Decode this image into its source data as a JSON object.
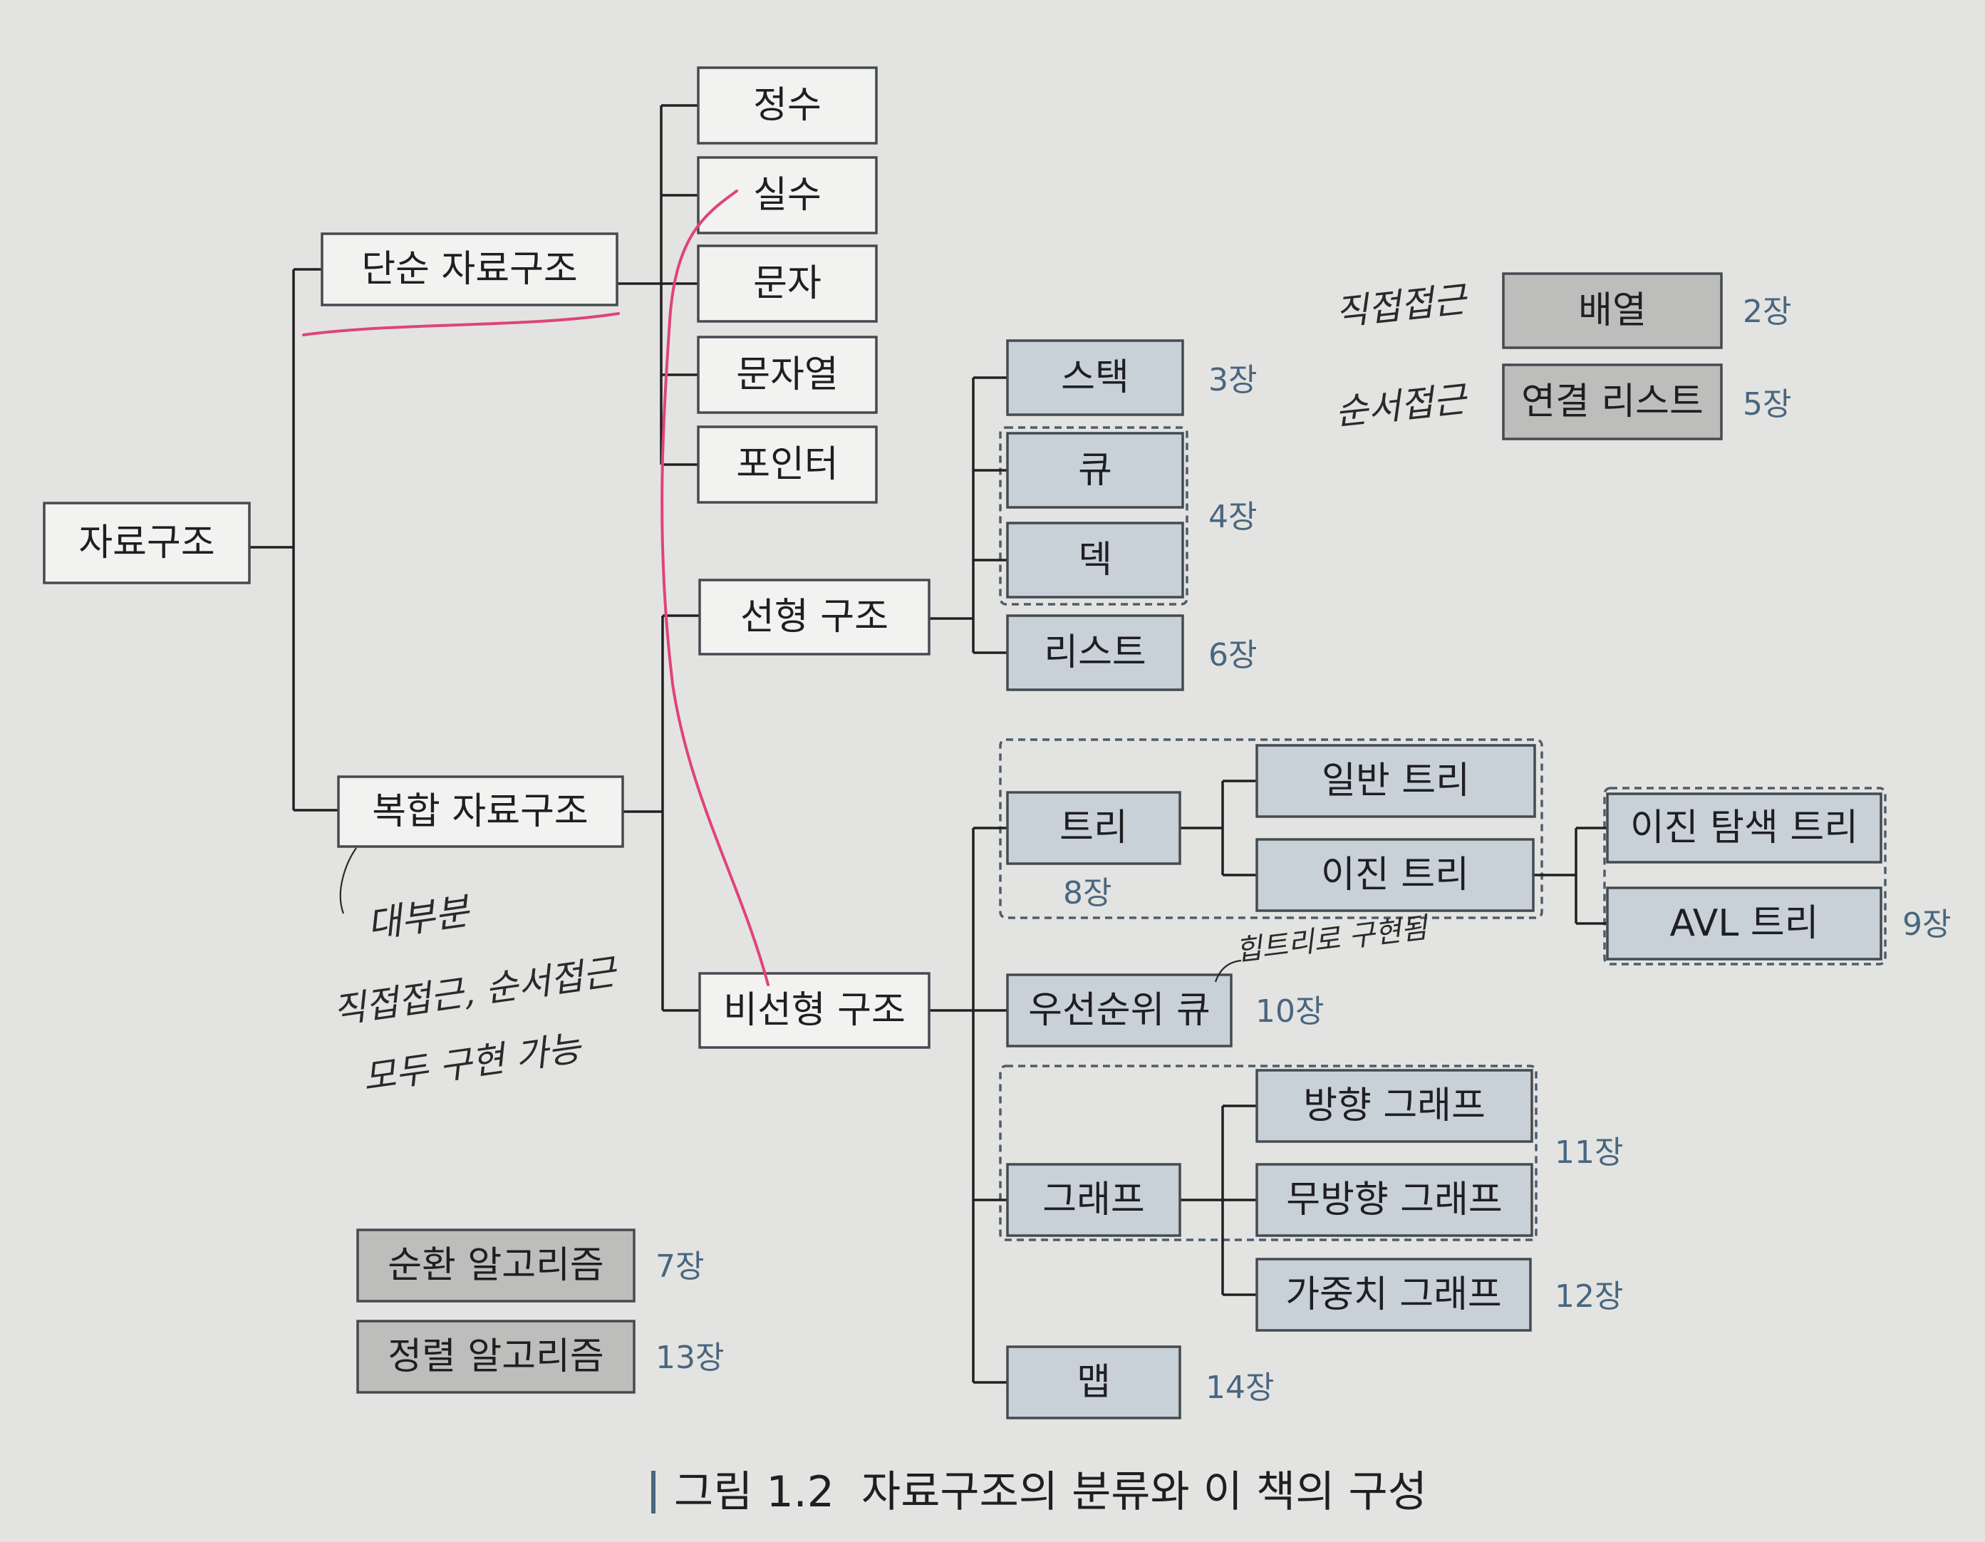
{
  "nodes": {
    "root": "자료구조",
    "simple": "단순 자료구조",
    "compound": "복합 자료구조",
    "integer": "정수",
    "real": "실수",
    "char": "문자",
    "string": "문자열",
    "pointer": "포인터",
    "linear": "선형 구조",
    "nonlinear": "비선형 구조",
    "stack": "스택",
    "queue": "큐",
    "deque": "덱",
    "list": "리스트",
    "tree": "트리",
    "general_tree": "일반 트리",
    "binary_tree": "이진 트리",
    "bst": "이진 탐색 트리",
    "avl": "AVL 트리",
    "pq": "우선순위 큐",
    "graph": "그래프",
    "directed": "방향 그래프",
    "undirected": "무방향 그래프",
    "weighted": "가중치 그래프",
    "map": "맵",
    "array": "배열",
    "linked_list": "연결 리스트",
    "recursion": "순환 알고리즘",
    "sorting": "정렬 알고리즘"
  },
  "chapters": {
    "stack": "3장",
    "queue_deque": "4장",
    "list": "6장",
    "tree": "8장",
    "bst_avl": "9장",
    "pq": "10장",
    "directed_undirected": "11장",
    "weighted": "12장",
    "map": "14장",
    "array": "2장",
    "linked_list": "5장",
    "recursion": "7장",
    "sorting": "13장"
  },
  "annotations": {
    "direct_access": "직접접근",
    "sequential_access": "순서접근",
    "mostly": "대부분",
    "note_line1": "직접접근, 순서접근",
    "note_line2": "모두 구현 가능",
    "heap_note": "힙트리로 구현됨"
  },
  "caption": "그림 1.2  자료구조의 분류와 이 책의 구성"
}
